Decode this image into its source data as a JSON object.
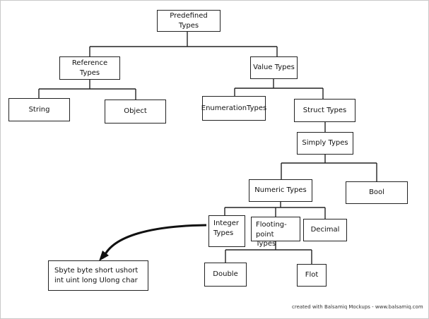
{
  "nodes": {
    "predefined": "Predefined Types",
    "reference": "Reference Types",
    "value": "Value Types",
    "string": "String",
    "object": "Object",
    "enumeration": "EnumerationTypes",
    "struct": "Struct Types",
    "simply": "Simply Types",
    "numeric": "Numeric Types",
    "bool": "Bool",
    "integer": "Integer Types",
    "floating": "Flooting-point Types",
    "decimal": "Decimal",
    "integer_list": "Sbyte byte short ushort int uint long Ulong char",
    "double": "Double",
    "flot": "Flot"
  },
  "footer": "created with Balsamiq Mockups - www.balsamiq.com"
}
